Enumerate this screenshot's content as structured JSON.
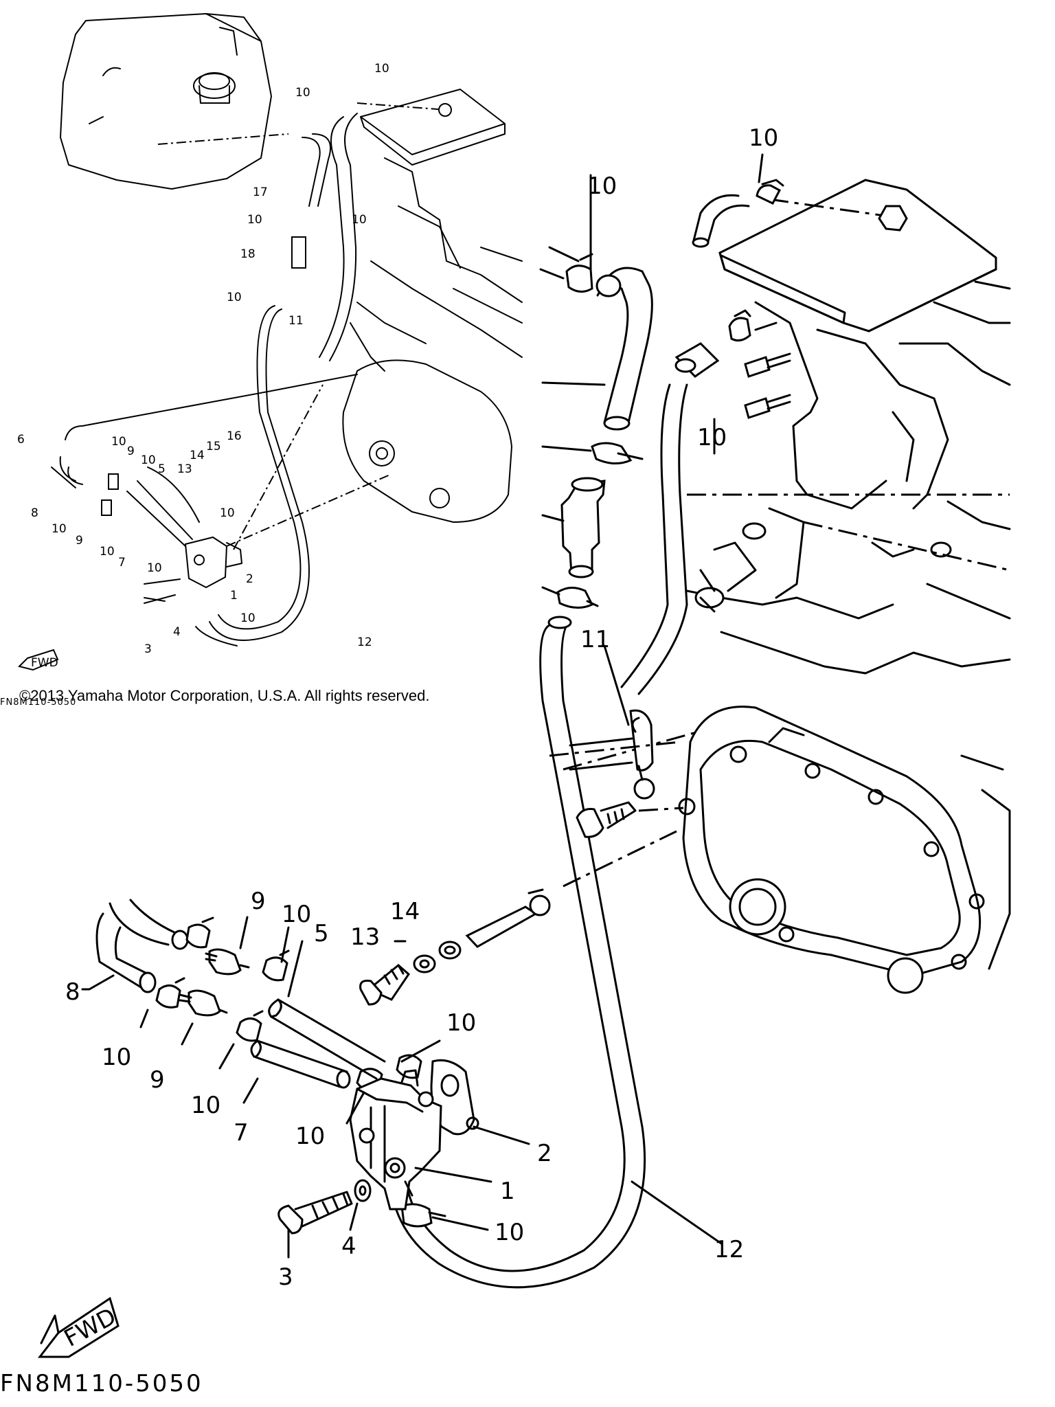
{
  "diagram": {
    "callouts": {
      "c1": "1",
      "c2": "2",
      "c3": "3",
      "c4": "4",
      "c5": "5",
      "c6": "6",
      "c7": "7",
      "c8": "8",
      "c9": "9",
      "c10": "10",
      "c11": "11",
      "c12": "12",
      "c13": "13",
      "c14": "14",
      "c15": "15",
      "c16": "16",
      "c17": "17",
      "c18": "18"
    },
    "fwd_label": "FWD",
    "copyright": "©2013 Yamaha Motor Corporation, U.S.A. All rights reserved.",
    "diagram_code": "FN8M110-5050"
  }
}
